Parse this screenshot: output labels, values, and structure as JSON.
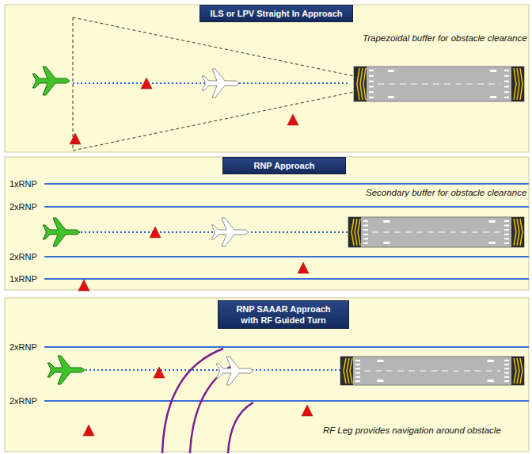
{
  "diagram": {
    "nodes": [
      {
        "text": [
          "ILS or LPV Straight In Approach"
        ]
      },
      {
        "text": [
          "RNP Approach"
        ]
      },
      {
        "text": [
          "RNP SAAAR Approach with RF Guided Turn"
        ]
      }
    ],
    "labels": [
      "Trapezoidal buffer for obstacle clearance",
      "1xRNP",
      "2xRNP",
      "Secondary buffer for obstacle clearance",
      "2xRNP",
      "1xRNP",
      "2xRNP",
      "2xRNP",
      "RF Leg provides navigation around obstacle"
    ]
  }
}
